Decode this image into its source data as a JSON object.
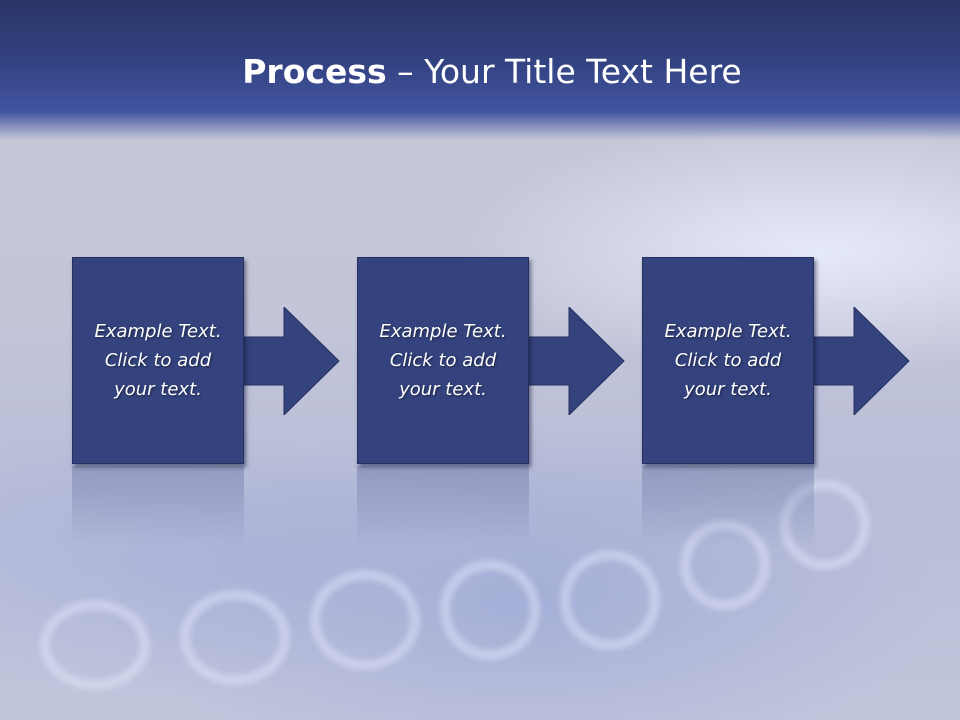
{
  "slide": {
    "title_bold": "Process",
    "title_rest": " – Your Title Text Here"
  },
  "steps": [
    {
      "text": "Example Text.\nClick  to add\nyour text."
    },
    {
      "text": "Example Text.\nClick  to add\nyour text."
    },
    {
      "text": "Example Text.\nClick  to add\nyour text."
    }
  ],
  "colors": {
    "banner": "#334282",
    "box_fill": "#34437e",
    "text": "#ffffff"
  }
}
